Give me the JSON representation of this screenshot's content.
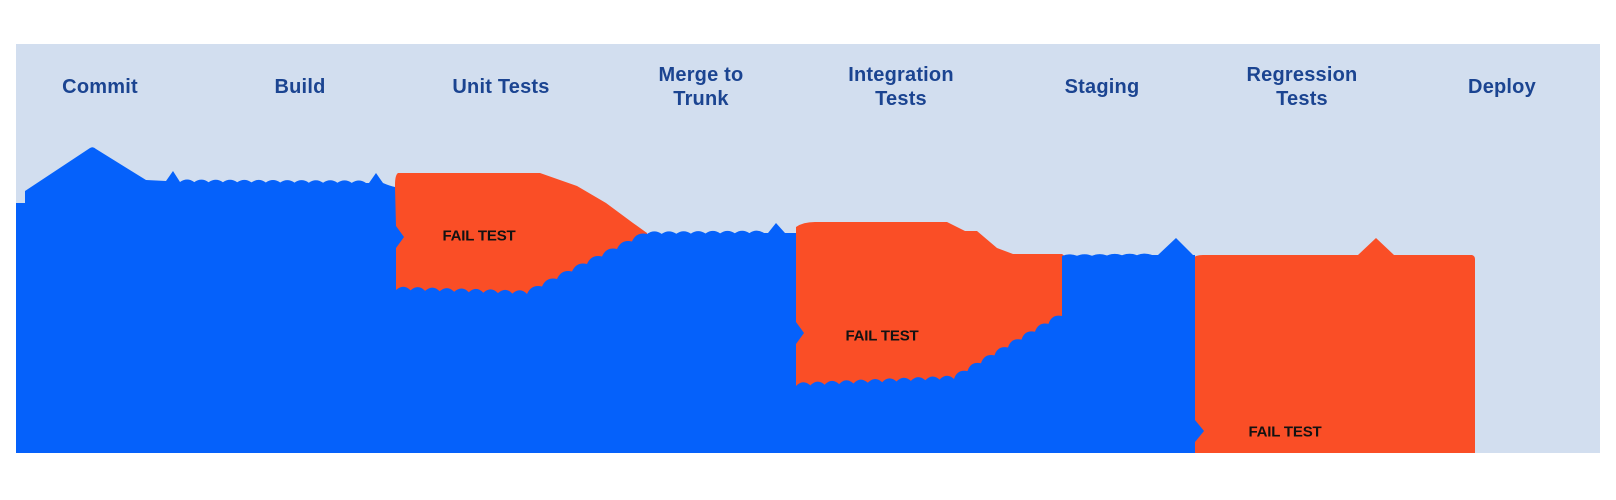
{
  "diagram": {
    "kind": "ci-cd-pipeline-flow",
    "stages": [
      {
        "label": "Commit"
      },
      {
        "label": "Build"
      },
      {
        "label": "Unit Tests"
      },
      {
        "label": "Merge to Trunk"
      },
      {
        "label": "Integration Tests"
      },
      {
        "label": "Staging"
      },
      {
        "label": "Regression Tests"
      },
      {
        "label": "Deploy"
      }
    ],
    "fail_blocks": [
      {
        "stage": "Unit Tests",
        "label": "FAIL TEST"
      },
      {
        "stage": "Integration Tests",
        "label": "FAIL TEST"
      },
      {
        "stage": "Regression Tests",
        "label": "FAIL TEST"
      }
    ]
  },
  "colors": {
    "page_bg": "#ffffff",
    "panel_bg": "#d2deef",
    "flow_blue": "#0561fb",
    "fail_orange": "#fa4e26",
    "stage_label_text": "#1b4491",
    "fail_label_text": "#121212"
  }
}
